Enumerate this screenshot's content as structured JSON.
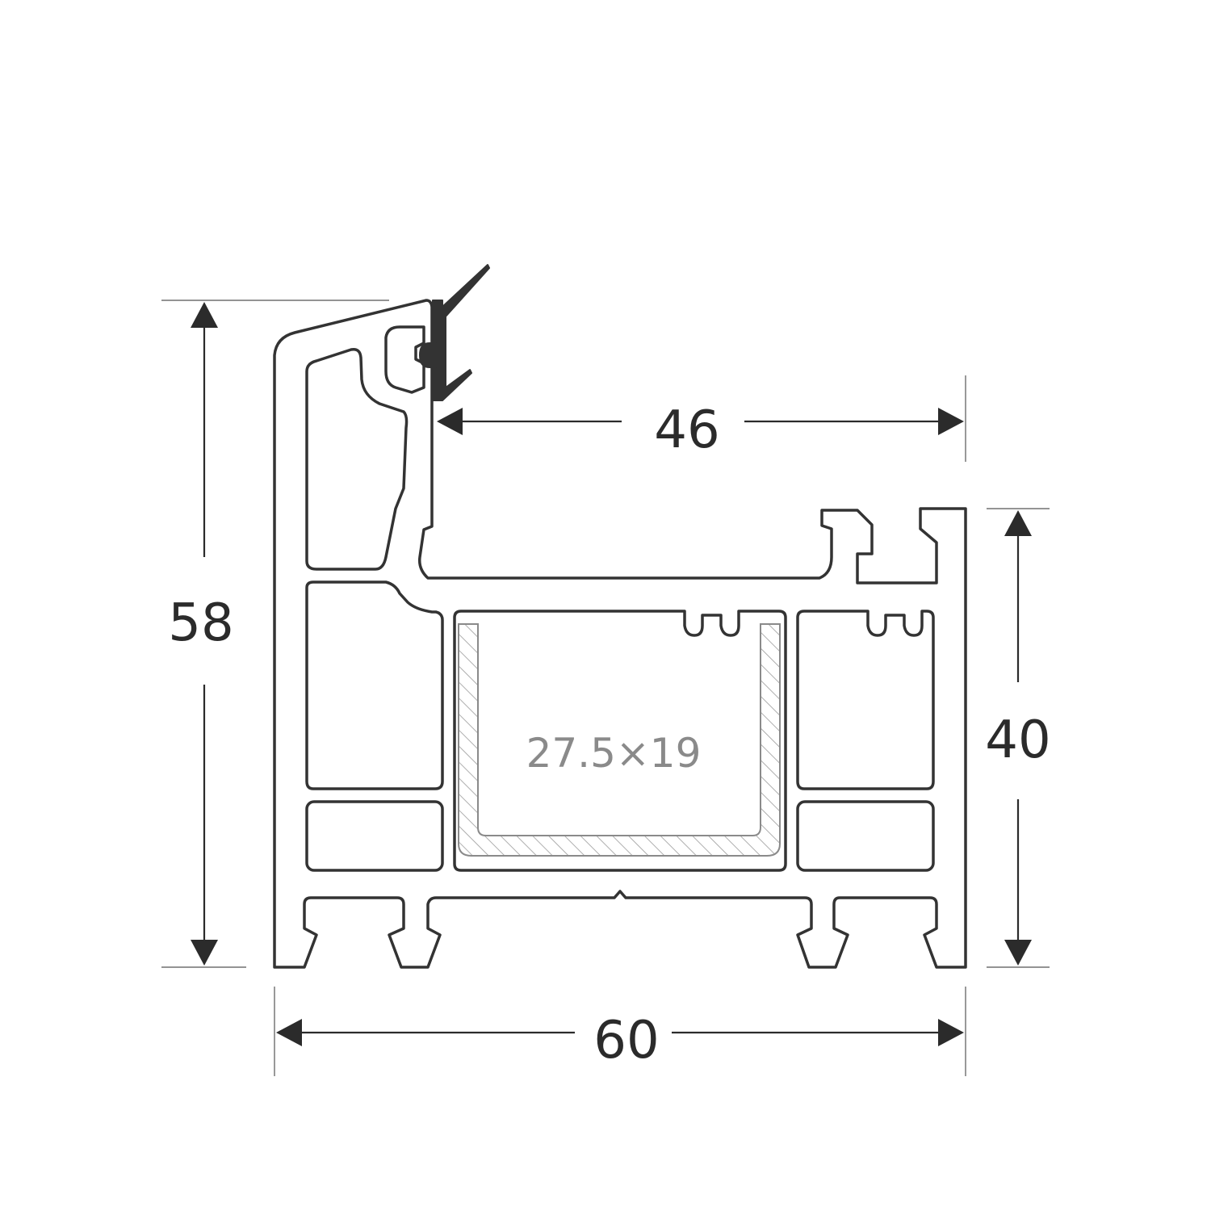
{
  "dimensions": {
    "height_total": "58",
    "height_frame": "40",
    "width_total": "60",
    "width_glazing": "46"
  },
  "reinforcement_label": "27.5×19",
  "colors": {
    "outline": "#333333",
    "dimension": "#2b2b2b",
    "reinforcement": "#8a8a8a",
    "background": "#ffffff"
  }
}
